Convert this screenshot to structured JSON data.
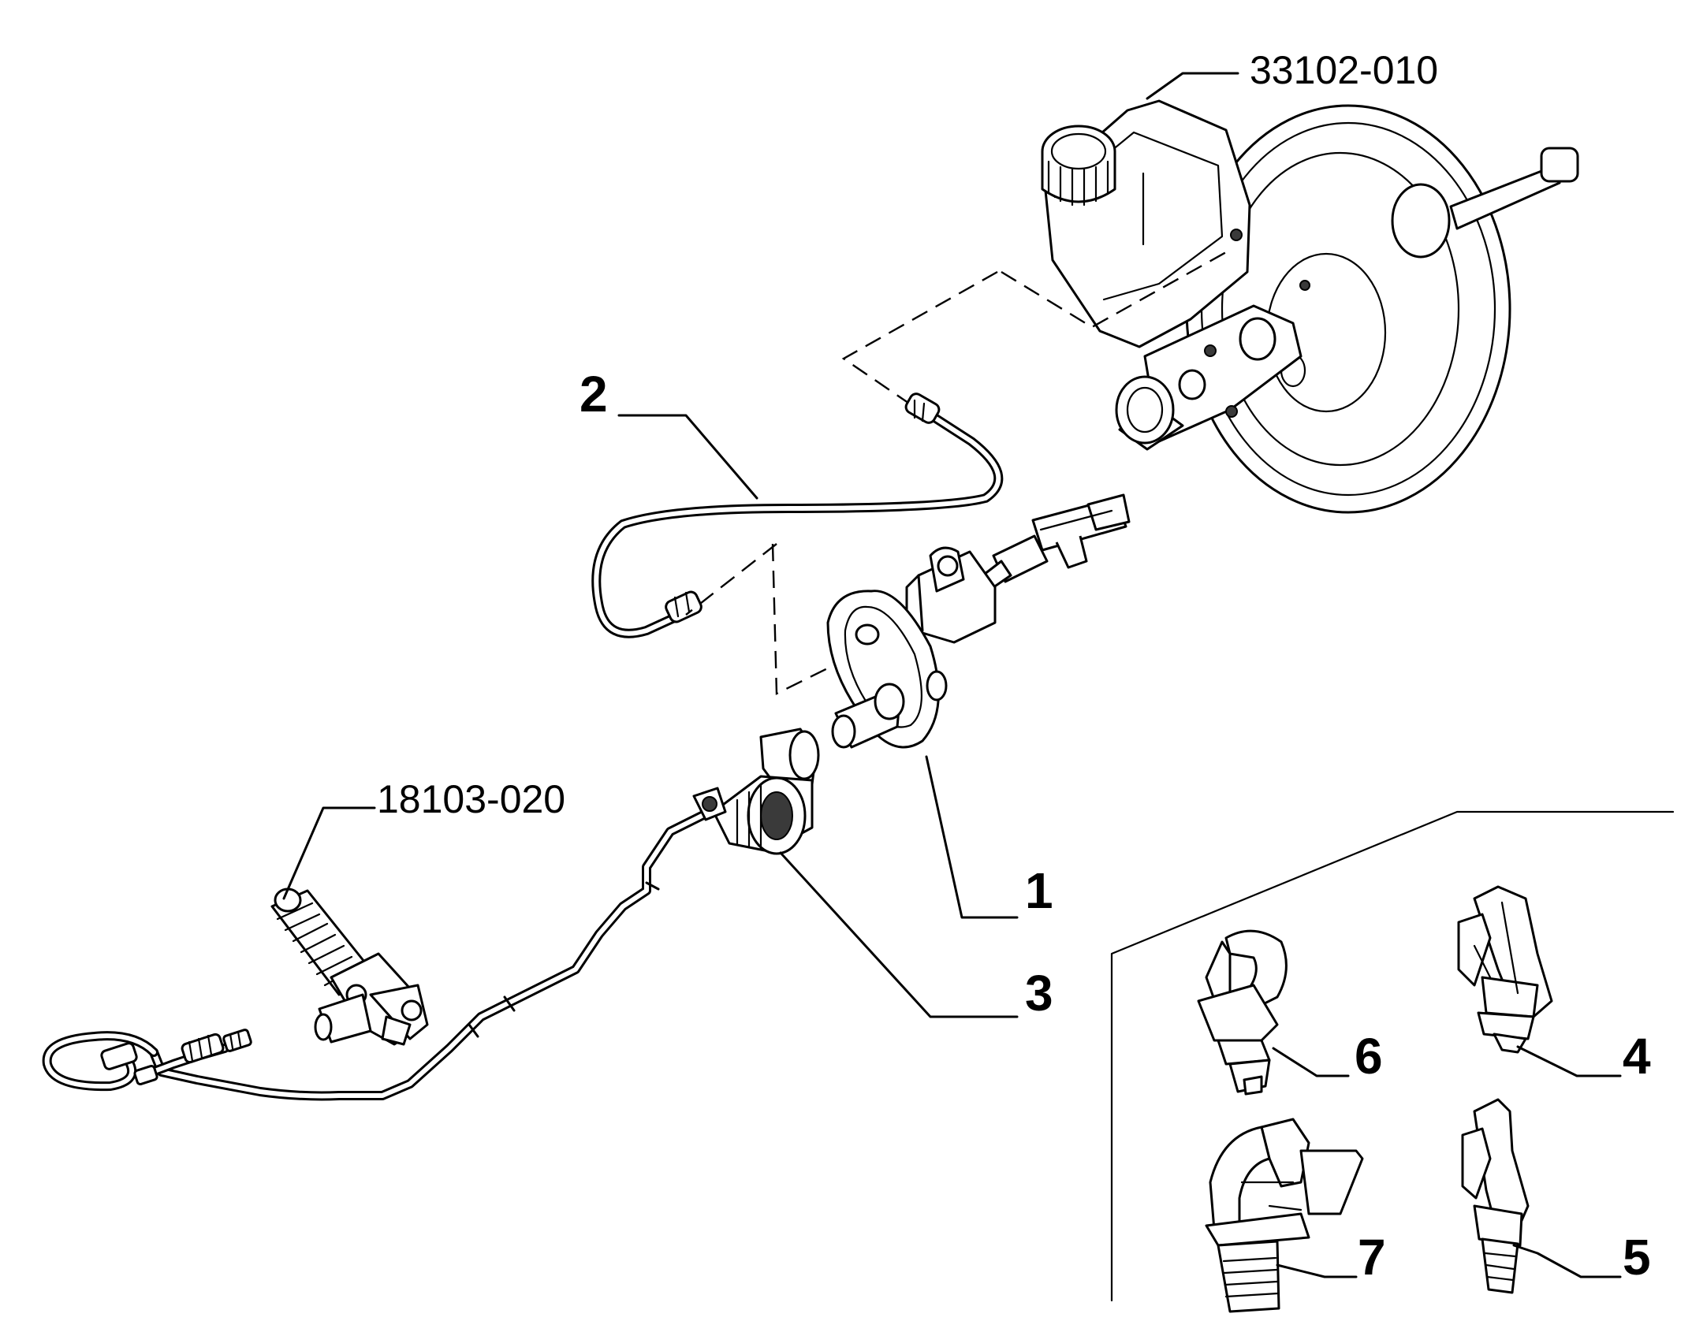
{
  "callouts": {
    "master_cylinder_assembly_ref": "33102-010",
    "slave_cylinder_ref": "18103-020",
    "item_1": "1",
    "item_2": "2",
    "item_3": "3",
    "item_4": "4",
    "item_5": "5",
    "item_6": "6",
    "item_7": "7"
  }
}
